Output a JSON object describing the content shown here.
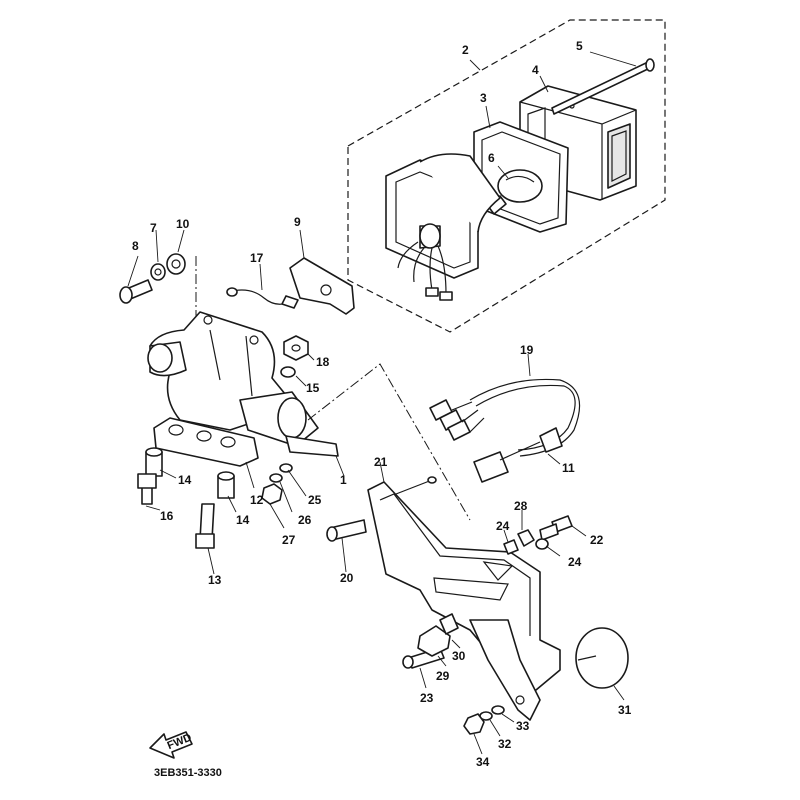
{
  "diagram": {
    "drawing_code": "3EB351-3330",
    "fwd_label": "FWD",
    "callouts": {
      "c1": "1",
      "c2": "2",
      "c3": "3",
      "c4": "4",
      "c5": "5",
      "c6": "6",
      "c7": "7",
      "c8": "8",
      "c9": "9",
      "c10": "10",
      "c11": "11",
      "c12": "12",
      "c13": "13",
      "c14a": "14",
      "c14b": "14",
      "c15": "15",
      "c16": "16",
      "c17": "17",
      "c18": "18",
      "c19": "19",
      "c20": "20",
      "c21": "21",
      "c22": "22",
      "c23": "23",
      "c24a": "24",
      "c24b": "24",
      "c25": "25",
      "c26": "26",
      "c27": "27",
      "c28": "28",
      "c29": "29",
      "c30": "30",
      "c31": "31",
      "c32": "32",
      "c33": "33",
      "c34": "34"
    },
    "colors": {
      "ink": "#1a1a1a",
      "background": "#ffffff"
    }
  }
}
